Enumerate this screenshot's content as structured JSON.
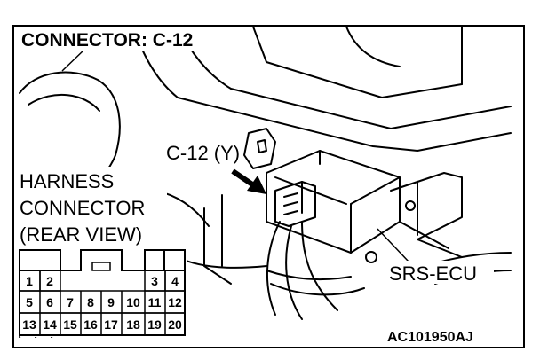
{
  "diagram": {
    "title": "CONNECTOR: C-12",
    "connector_callout": "C-12 (Y)",
    "harness_label_lines": [
      "HARNESS",
      "CONNECTOR",
      "(REAR VIEW)"
    ],
    "ecu_label": "SRS-ECU",
    "figure_code": "AC101950AJ",
    "pin_rows": [
      [
        "1",
        "2",
        "3",
        "4"
      ],
      [
        "5",
        "6",
        "7",
        "8",
        "9",
        "10",
        "11",
        "12"
      ],
      [
        "13",
        "14",
        "15",
        "16",
        "17",
        "18",
        "19",
        "20"
      ]
    ]
  }
}
